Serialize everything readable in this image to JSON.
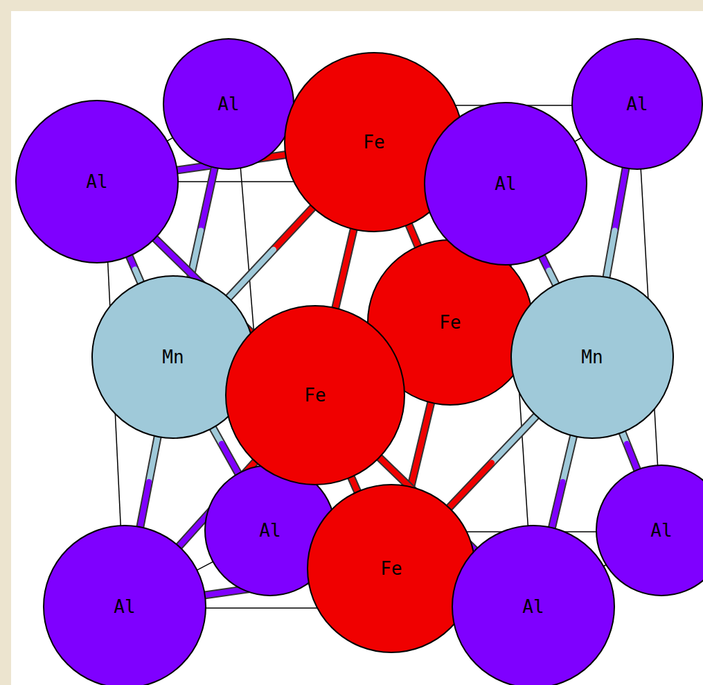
{
  "diagram": {
    "nodes": [
      {
        "text": [
          "Al"
        ]
      },
      {
        "text": [
          "Al"
        ]
      },
      {
        "text": [
          "Fe"
        ]
      },
      {
        "text": [
          "Al"
        ]
      },
      {
        "text": [
          "Al"
        ]
      },
      {
        "text": [
          "Fe"
        ]
      },
      {
        "text": [
          "Mn"
        ]
      },
      {
        "text": [
          "Mn"
        ]
      },
      {
        "text": [
          "Fe"
        ]
      },
      {
        "text": [
          "Al"
        ]
      },
      {
        "text": [
          "Al"
        ]
      },
      {
        "text": [
          "Fe"
        ]
      },
      {
        "text": [
          "Al"
        ]
      },
      {
        "text": [
          "Al"
        ]
      }
    ],
    "edges": [
      {
        "from": 3,
        "to": 2,
        "arrow": "none"
      },
      {
        "from": 0,
        "to": 2,
        "arrow": "none"
      },
      {
        "from": 3,
        "to": 6,
        "arrow": "none"
      },
      {
        "from": 0,
        "to": 6,
        "arrow": "none"
      },
      {
        "from": 3,
        "to": 8,
        "arrow": "none"
      },
      {
        "from": 2,
        "to": 6,
        "arrow": "none"
      },
      {
        "from": 2,
        "to": 8,
        "arrow": "none"
      },
      {
        "from": 2,
        "to": 5,
        "arrow": "none"
      },
      {
        "from": 4,
        "to": 8,
        "arrow": "none"
      },
      {
        "from": 4,
        "to": 7,
        "arrow": "none"
      },
      {
        "from": 1,
        "to": 7,
        "arrow": "none"
      },
      {
        "from": 7,
        "to": 8,
        "arrow": "none"
      },
      {
        "from": 5,
        "to": 11,
        "arrow": "none"
      },
      {
        "from": 8,
        "to": 11,
        "arrow": "none"
      },
      {
        "from": 6,
        "to": 12,
        "arrow": "none"
      },
      {
        "from": 6,
        "to": 9,
        "arrow": "none"
      },
      {
        "from": 12,
        "to": 8,
        "arrow": "none"
      },
      {
        "from": 12,
        "to": 11,
        "arrow": "none"
      },
      {
        "from": 7,
        "to": 13,
        "arrow": "none"
      },
      {
        "from": 7,
        "to": 10,
        "arrow": "none"
      },
      {
        "from": 8,
        "to": 13,
        "arrow": "none"
      },
      {
        "from": 7,
        "to": 11,
        "arrow": "none"
      }
    ]
  }
}
